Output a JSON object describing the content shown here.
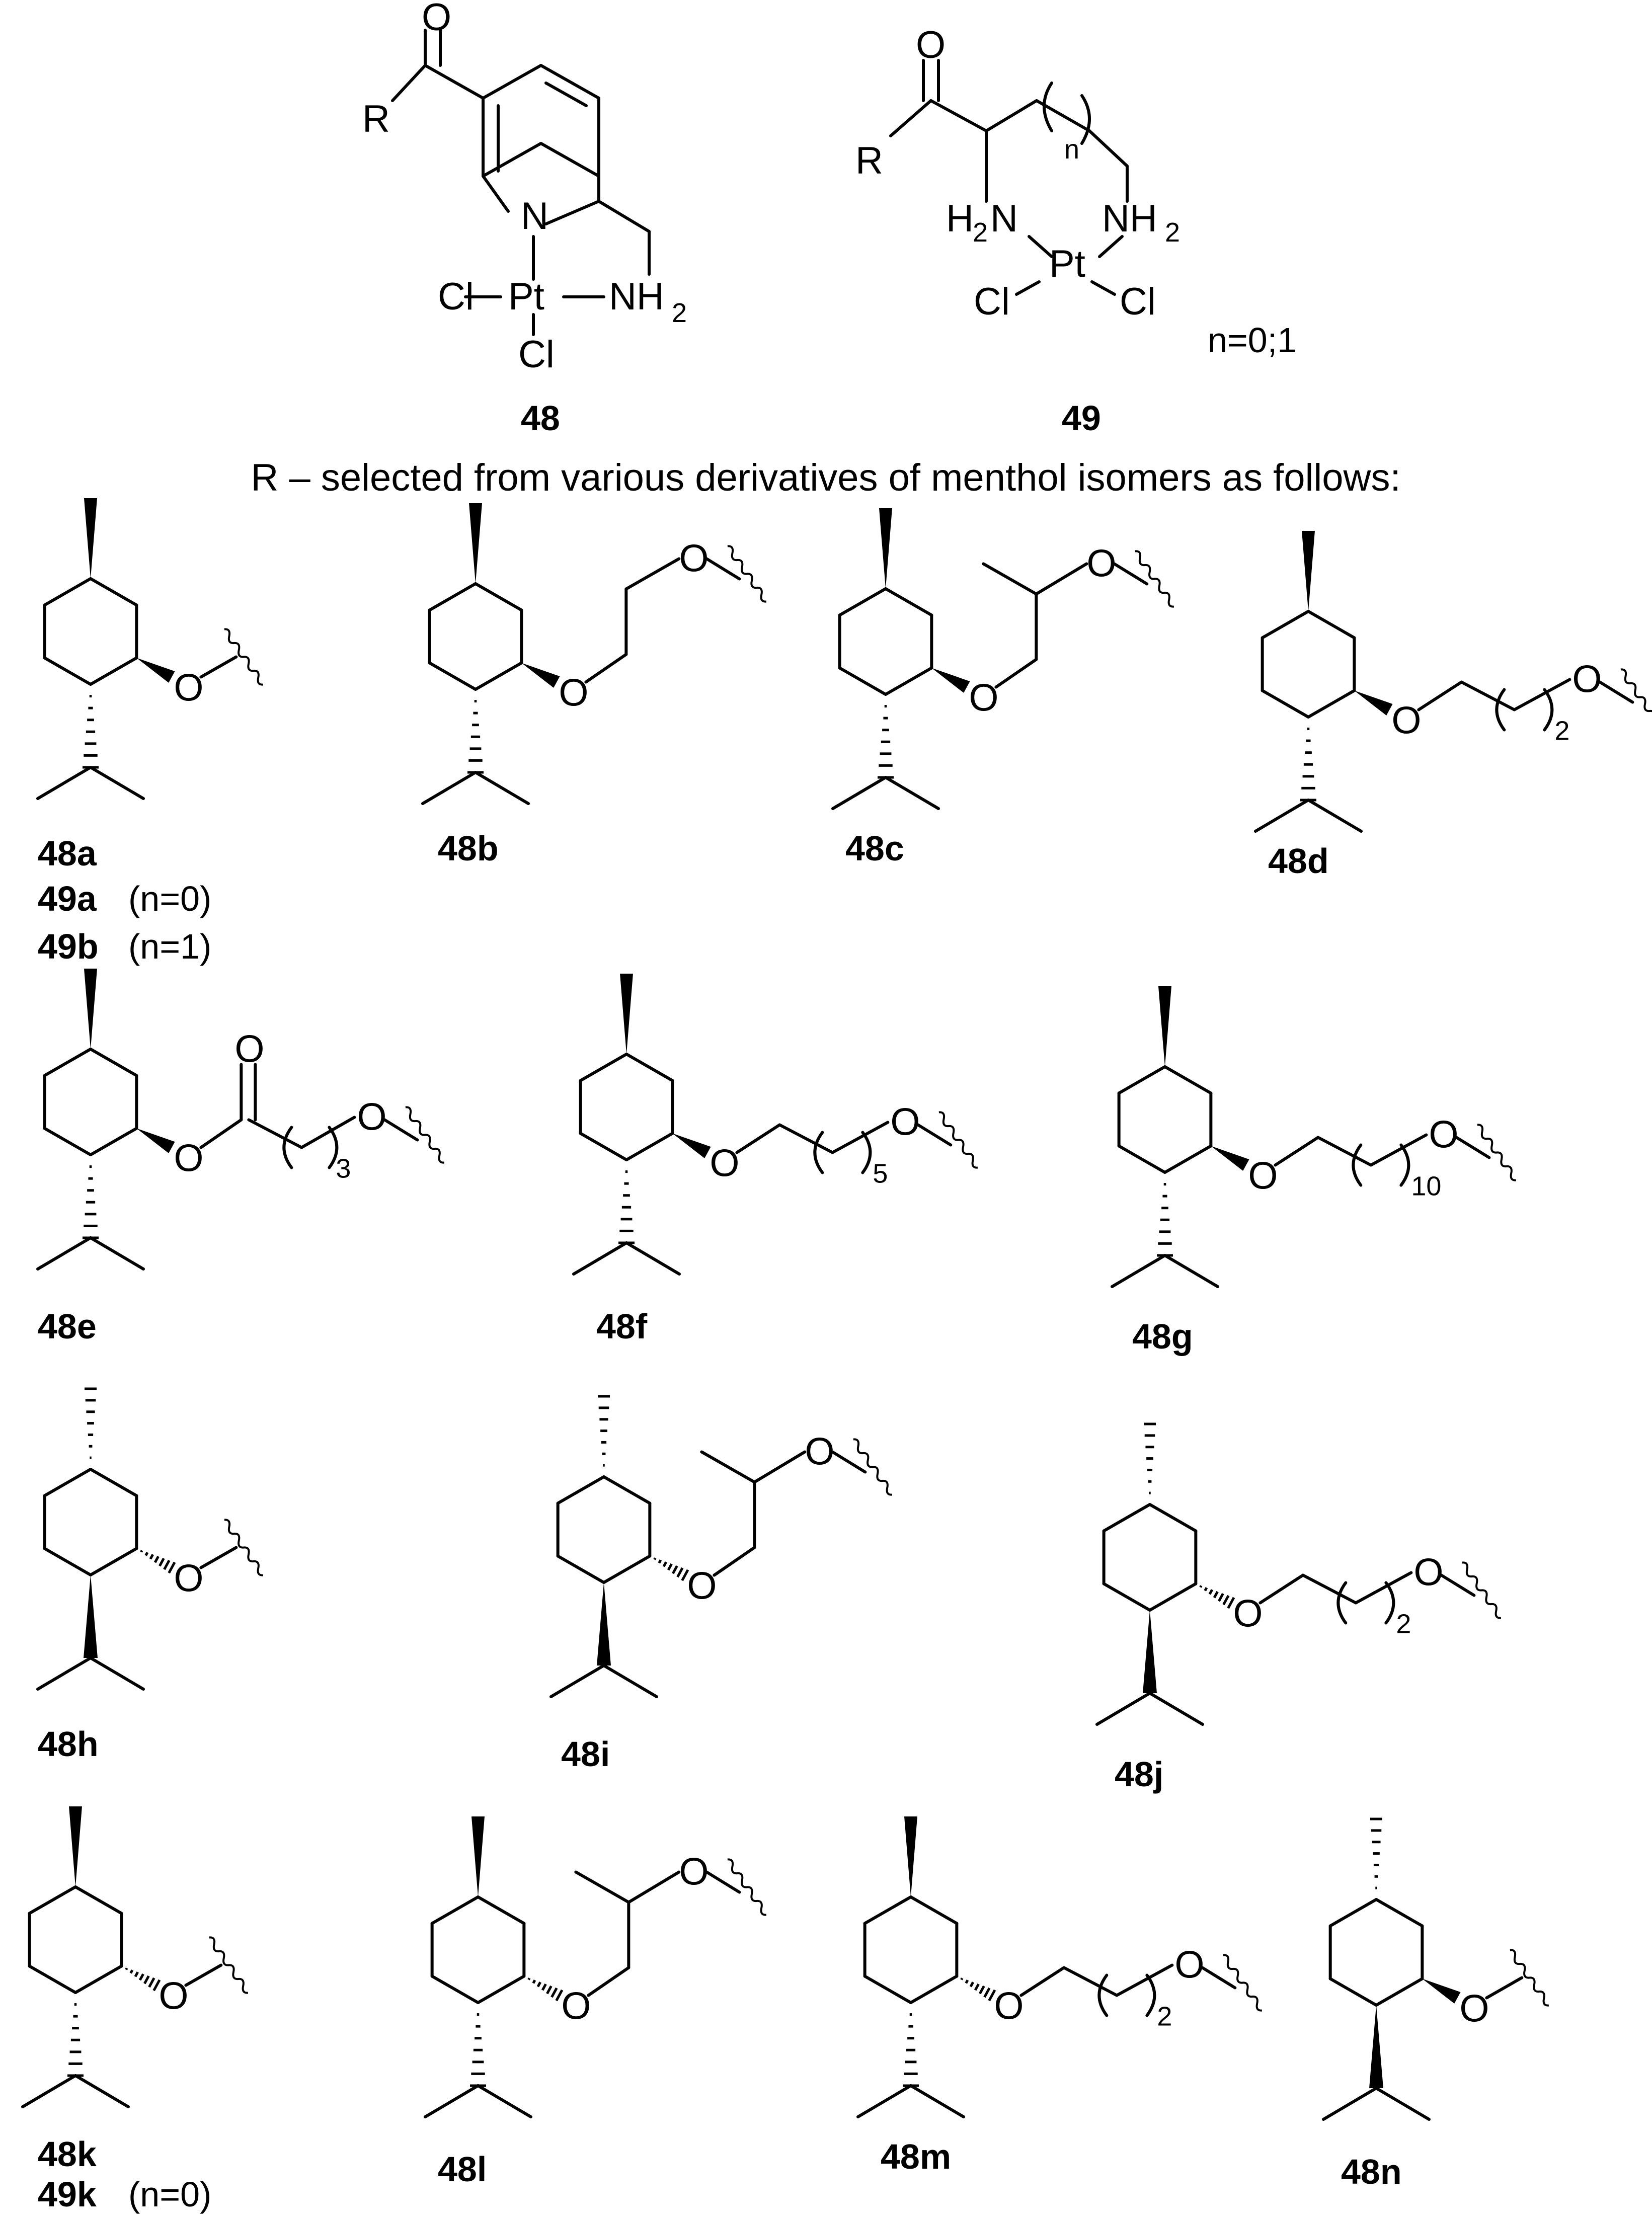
{
  "caption": "R – selected from various derivatives of menthol isomers as follows:",
  "atoms": {
    "O": "O",
    "R": "R",
    "N": "N",
    "Pt": "Pt",
    "Cl": "Cl",
    "NH": "NH",
    "H": "H",
    "two": "2",
    "n": "n"
  },
  "compounds": {
    "c48": {
      "label": "48"
    },
    "c49": {
      "label": "49",
      "n_note": "n=0;1"
    },
    "a": {
      "label": "48a",
      "extra": [
        {
          "label": "49a",
          "note": "(n=0)"
        },
        {
          "label": "49b",
          "note": "(n=1)"
        }
      ]
    },
    "b": {
      "label": "48b"
    },
    "c": {
      "label": "48c"
    },
    "d": {
      "label": "48d",
      "repeat": "2"
    },
    "e": {
      "label": "48e",
      "repeat": "3"
    },
    "f": {
      "label": "48f",
      "repeat": "5"
    },
    "g": {
      "label": "48g",
      "repeat": "10"
    },
    "h": {
      "label": "48h"
    },
    "i": {
      "label": "48i"
    },
    "j": {
      "label": "48j",
      "repeat": "2"
    },
    "k": {
      "label": "48k",
      "extra": [
        {
          "label": "49k",
          "note": "(n=0)"
        }
      ]
    },
    "l": {
      "label": "48l"
    },
    "m": {
      "label": "48m",
      "repeat": "2"
    },
    "n": {
      "label": "48n"
    }
  }
}
